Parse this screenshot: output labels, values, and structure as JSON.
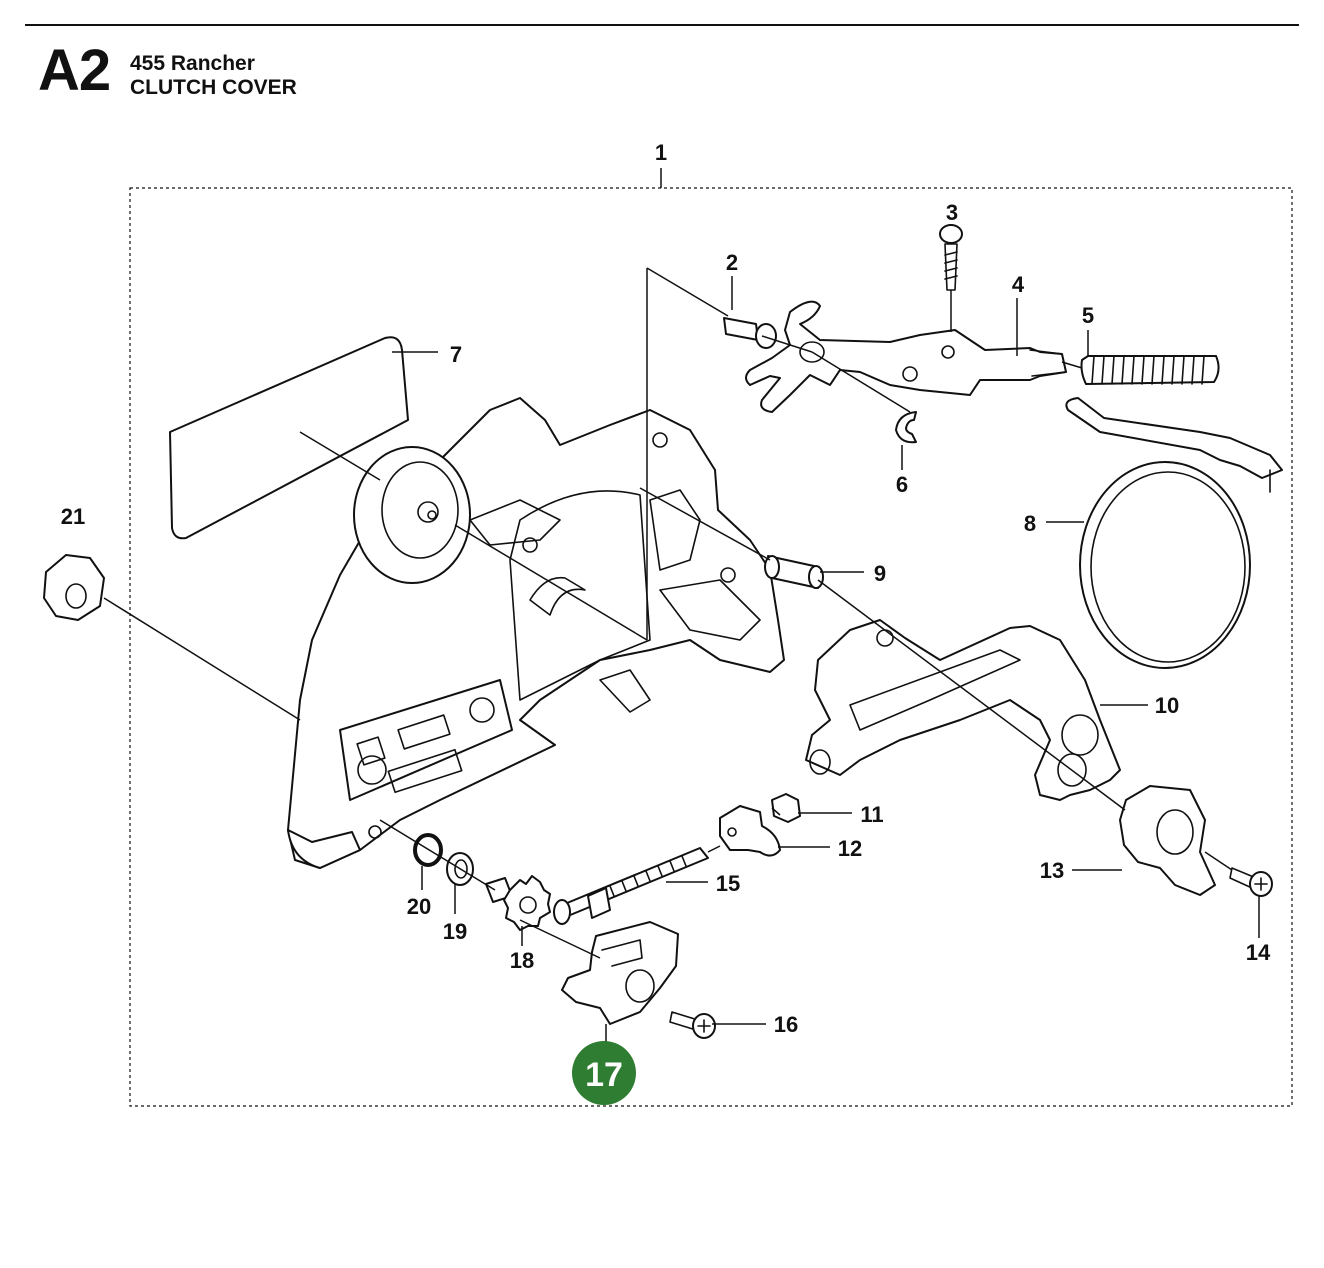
{
  "header": {
    "section_code": "A2",
    "model": "455 Rancher",
    "title": "CLUTCH COVER"
  },
  "callouts": [
    "1",
    "2",
    "3",
    "4",
    "5",
    "6",
    "7",
    "8",
    "9",
    "10",
    "11",
    "12",
    "13",
    "14",
    "15",
    "16",
    "17",
    "18",
    "19",
    "20",
    "21"
  ],
  "highlight": {
    "label": "17",
    "color": "#2e7d32"
  }
}
